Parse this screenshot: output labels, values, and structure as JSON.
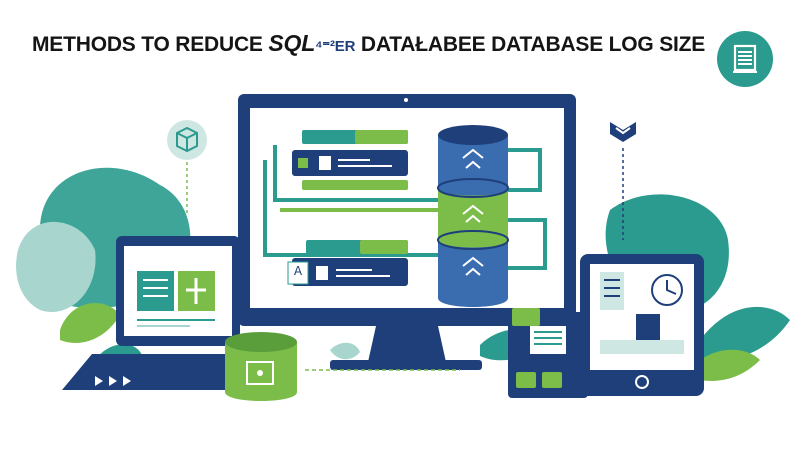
{
  "title": {
    "part1": "METHODS TO REDUCE ",
    "part2": "SQL",
    "part3": "⁴⁼²ER",
    "part4": " DATAŁABEE DATABASE LOG SIZE"
  },
  "icons": {
    "badge": "server-document-icon",
    "left_floating": "cube-box-icon",
    "right_floating": "chevron-shield-icon",
    "monitor_database": "database-stack-icon",
    "laptop_window": "document-window-icon",
    "tablet": "clock-gauge-icon",
    "cylinder": "database-cylinder-icon"
  },
  "labels": {
    "row_a": "A"
  },
  "colors": {
    "navy": "#1f3f7a",
    "teal": "#2a9b8e",
    "green": "#7cbd4a",
    "light_teal": "#cfe7e2"
  }
}
